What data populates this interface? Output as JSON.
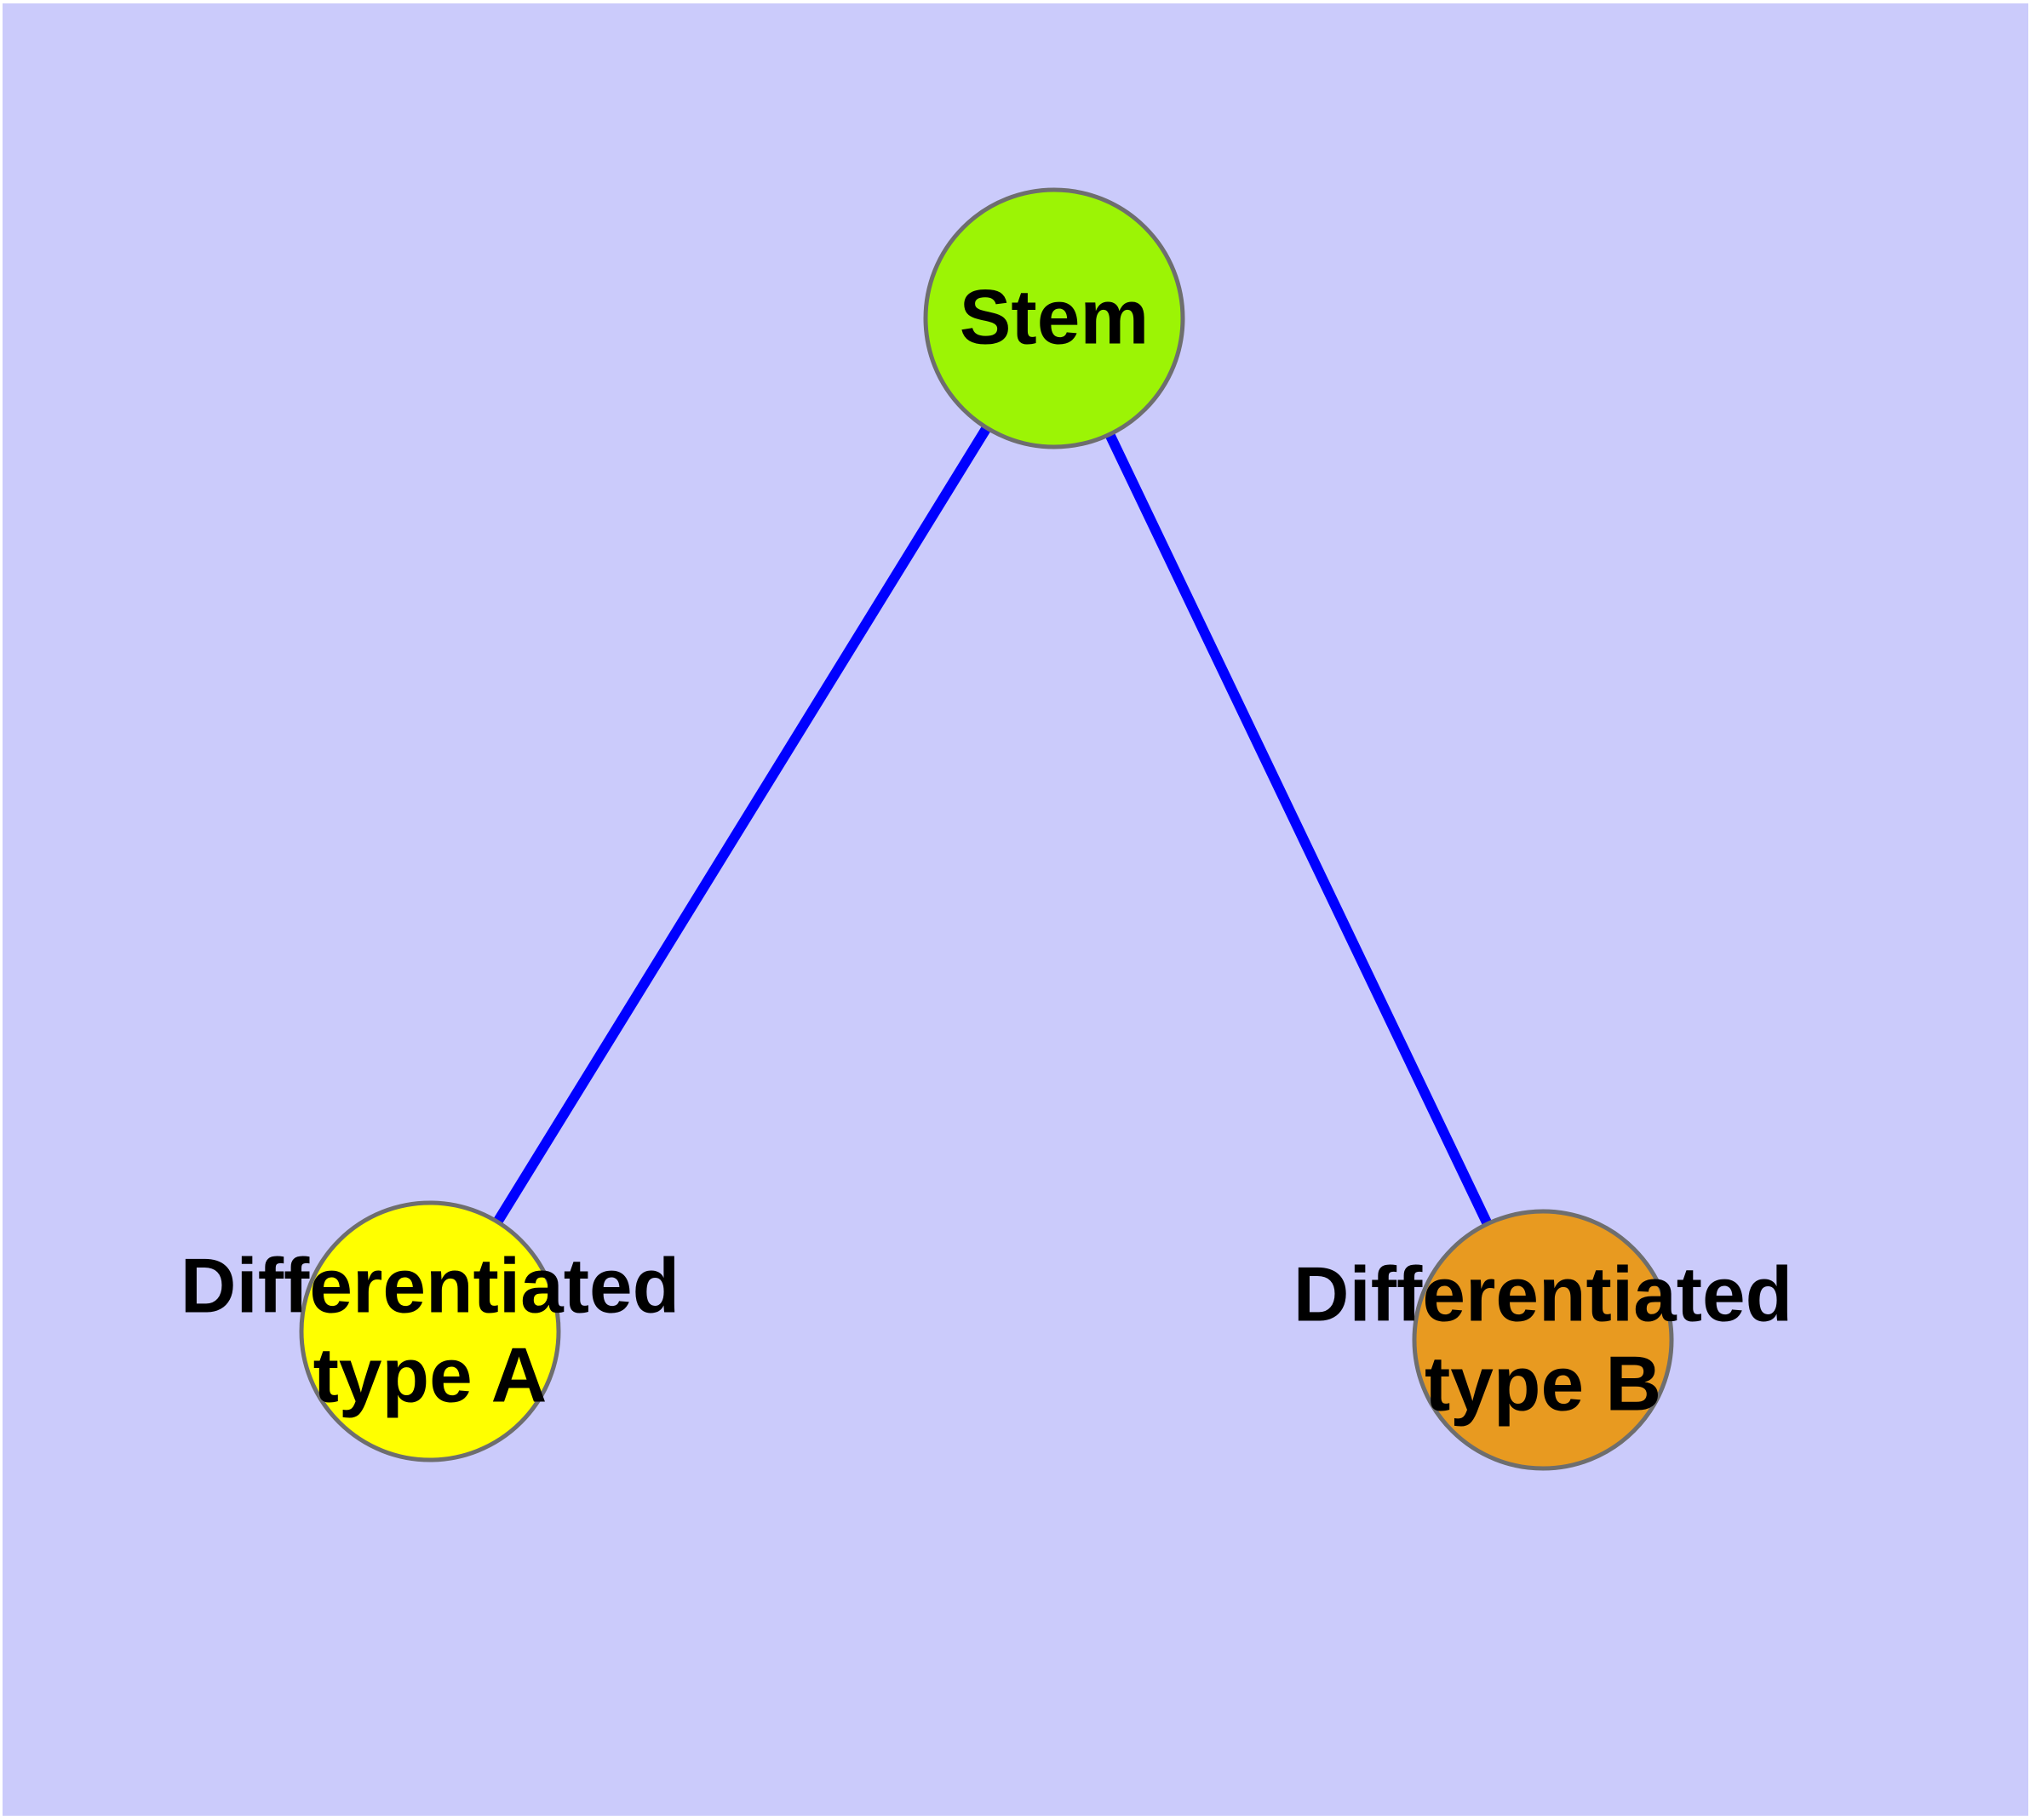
{
  "diagram": {
    "type": "node-link-graph",
    "background_color": "#CBCBFB",
    "page_margin_color": "#FFFFFF",
    "label_color": "#000000",
    "node_border_color": "#6E6E6E",
    "edge_color": "#0000FF",
    "nodes": {
      "stem": {
        "label": "Stem",
        "fill": "#9CF405"
      },
      "type_a": {
        "label_line1": "Differentiated",
        "label_line2": "type A",
        "fill": "#FFFF00"
      },
      "type_b": {
        "label_line1": "Differentiated",
        "label_line2": "type B",
        "fill": "#E89A20"
      }
    },
    "edges": [
      {
        "from": "stem",
        "to": "type_a"
      },
      {
        "from": "stem",
        "to": "type_b"
      }
    ]
  }
}
